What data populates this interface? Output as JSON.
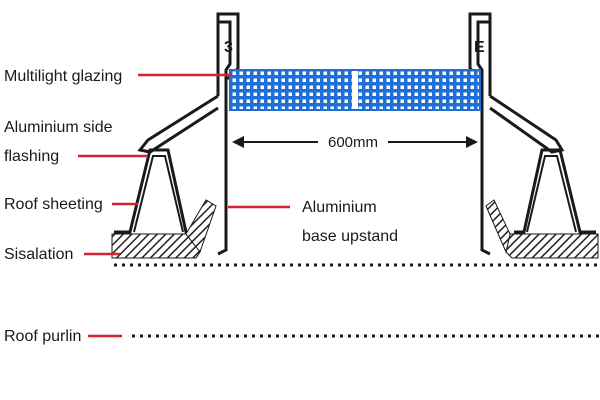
{
  "colors": {
    "leader": "#d6242e",
    "outline": "#1a1a1a",
    "glazing": "#1f6fd6",
    "glazing_light": "#cfe3ff",
    "background": "#ffffff"
  },
  "labels": {
    "multilight_glazing": "Multilight glazing",
    "aluminium_side_flashing_1": "Aluminium side",
    "aluminium_side_flashing_2": "flashing",
    "roof_sheeting": "Roof sheeting",
    "sisalation": "Sisalation",
    "aluminium_base_upstand_1": "Aluminium",
    "aluminium_base_upstand_2": "base upstand",
    "roof_purlin": "Roof purlin"
  },
  "dimension": {
    "text": "600mm"
  }
}
